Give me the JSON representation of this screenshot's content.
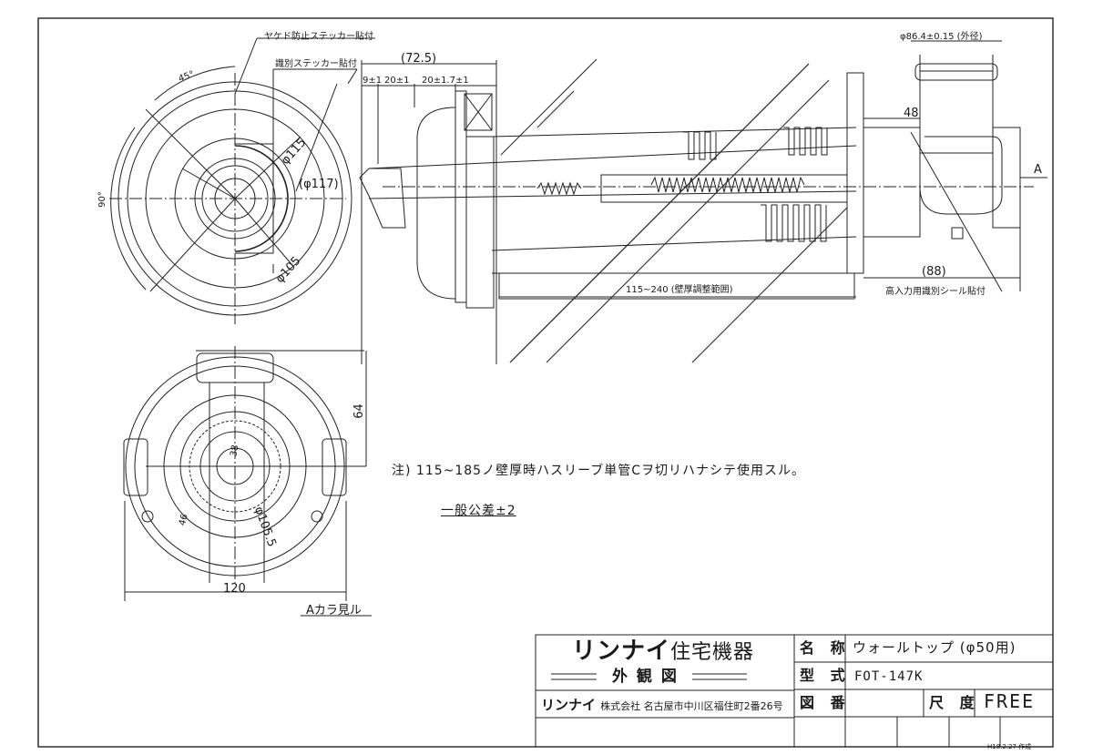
{
  "drawing": {
    "stickers": {
      "burn_sticker": "ヤケド防止ステッカー貼付",
      "id_sticker": "識別ステッカー貼付",
      "high_input_seal": "高入力用識別シール貼付"
    },
    "dimensions": {
      "d72_5": "(72.5)",
      "d9": "9±1",
      "d20a": "20±1",
      "d20b": "20±1.7±1",
      "phi86": "φ86.4±0.15 (外径)",
      "d48": "48",
      "d88": "(88)",
      "wall_range": "115~240 (壁厚調整範囲)",
      "angle45": "45°",
      "angle90": "90°",
      "phi115": "φ115",
      "phi117": "(φ117)",
      "phi105": "φ105",
      "d64": "64",
      "d120": "120",
      "phi105_5": "φ105.5",
      "d38": "38",
      "d46": "46",
      "view_a": "A"
    },
    "notes": {
      "note_main": "注) 115~185ノ壁厚時ハスリーブ単管Cヲ切リハナシテ使用スル。",
      "tolerance": "一般公差±2",
      "view_from_a": "Aカラ見ル"
    }
  },
  "title_block": {
    "brand": "リンナイ",
    "brand_suffix": "住宅機器",
    "drawing_type": "外 観 図",
    "company_brand": "リンナイ",
    "company_rest": "株式会社  名古屋市中川区福住町2番26号",
    "name_key": "名 称",
    "name_val": "ウォールトップ (φ50用)",
    "model_key": "型 式",
    "model_val": "FOT-147K",
    "dwg_key": "図 番",
    "scale_key": "尺 度",
    "scale_val": "FREE",
    "date": "H18.2.27  作成"
  }
}
